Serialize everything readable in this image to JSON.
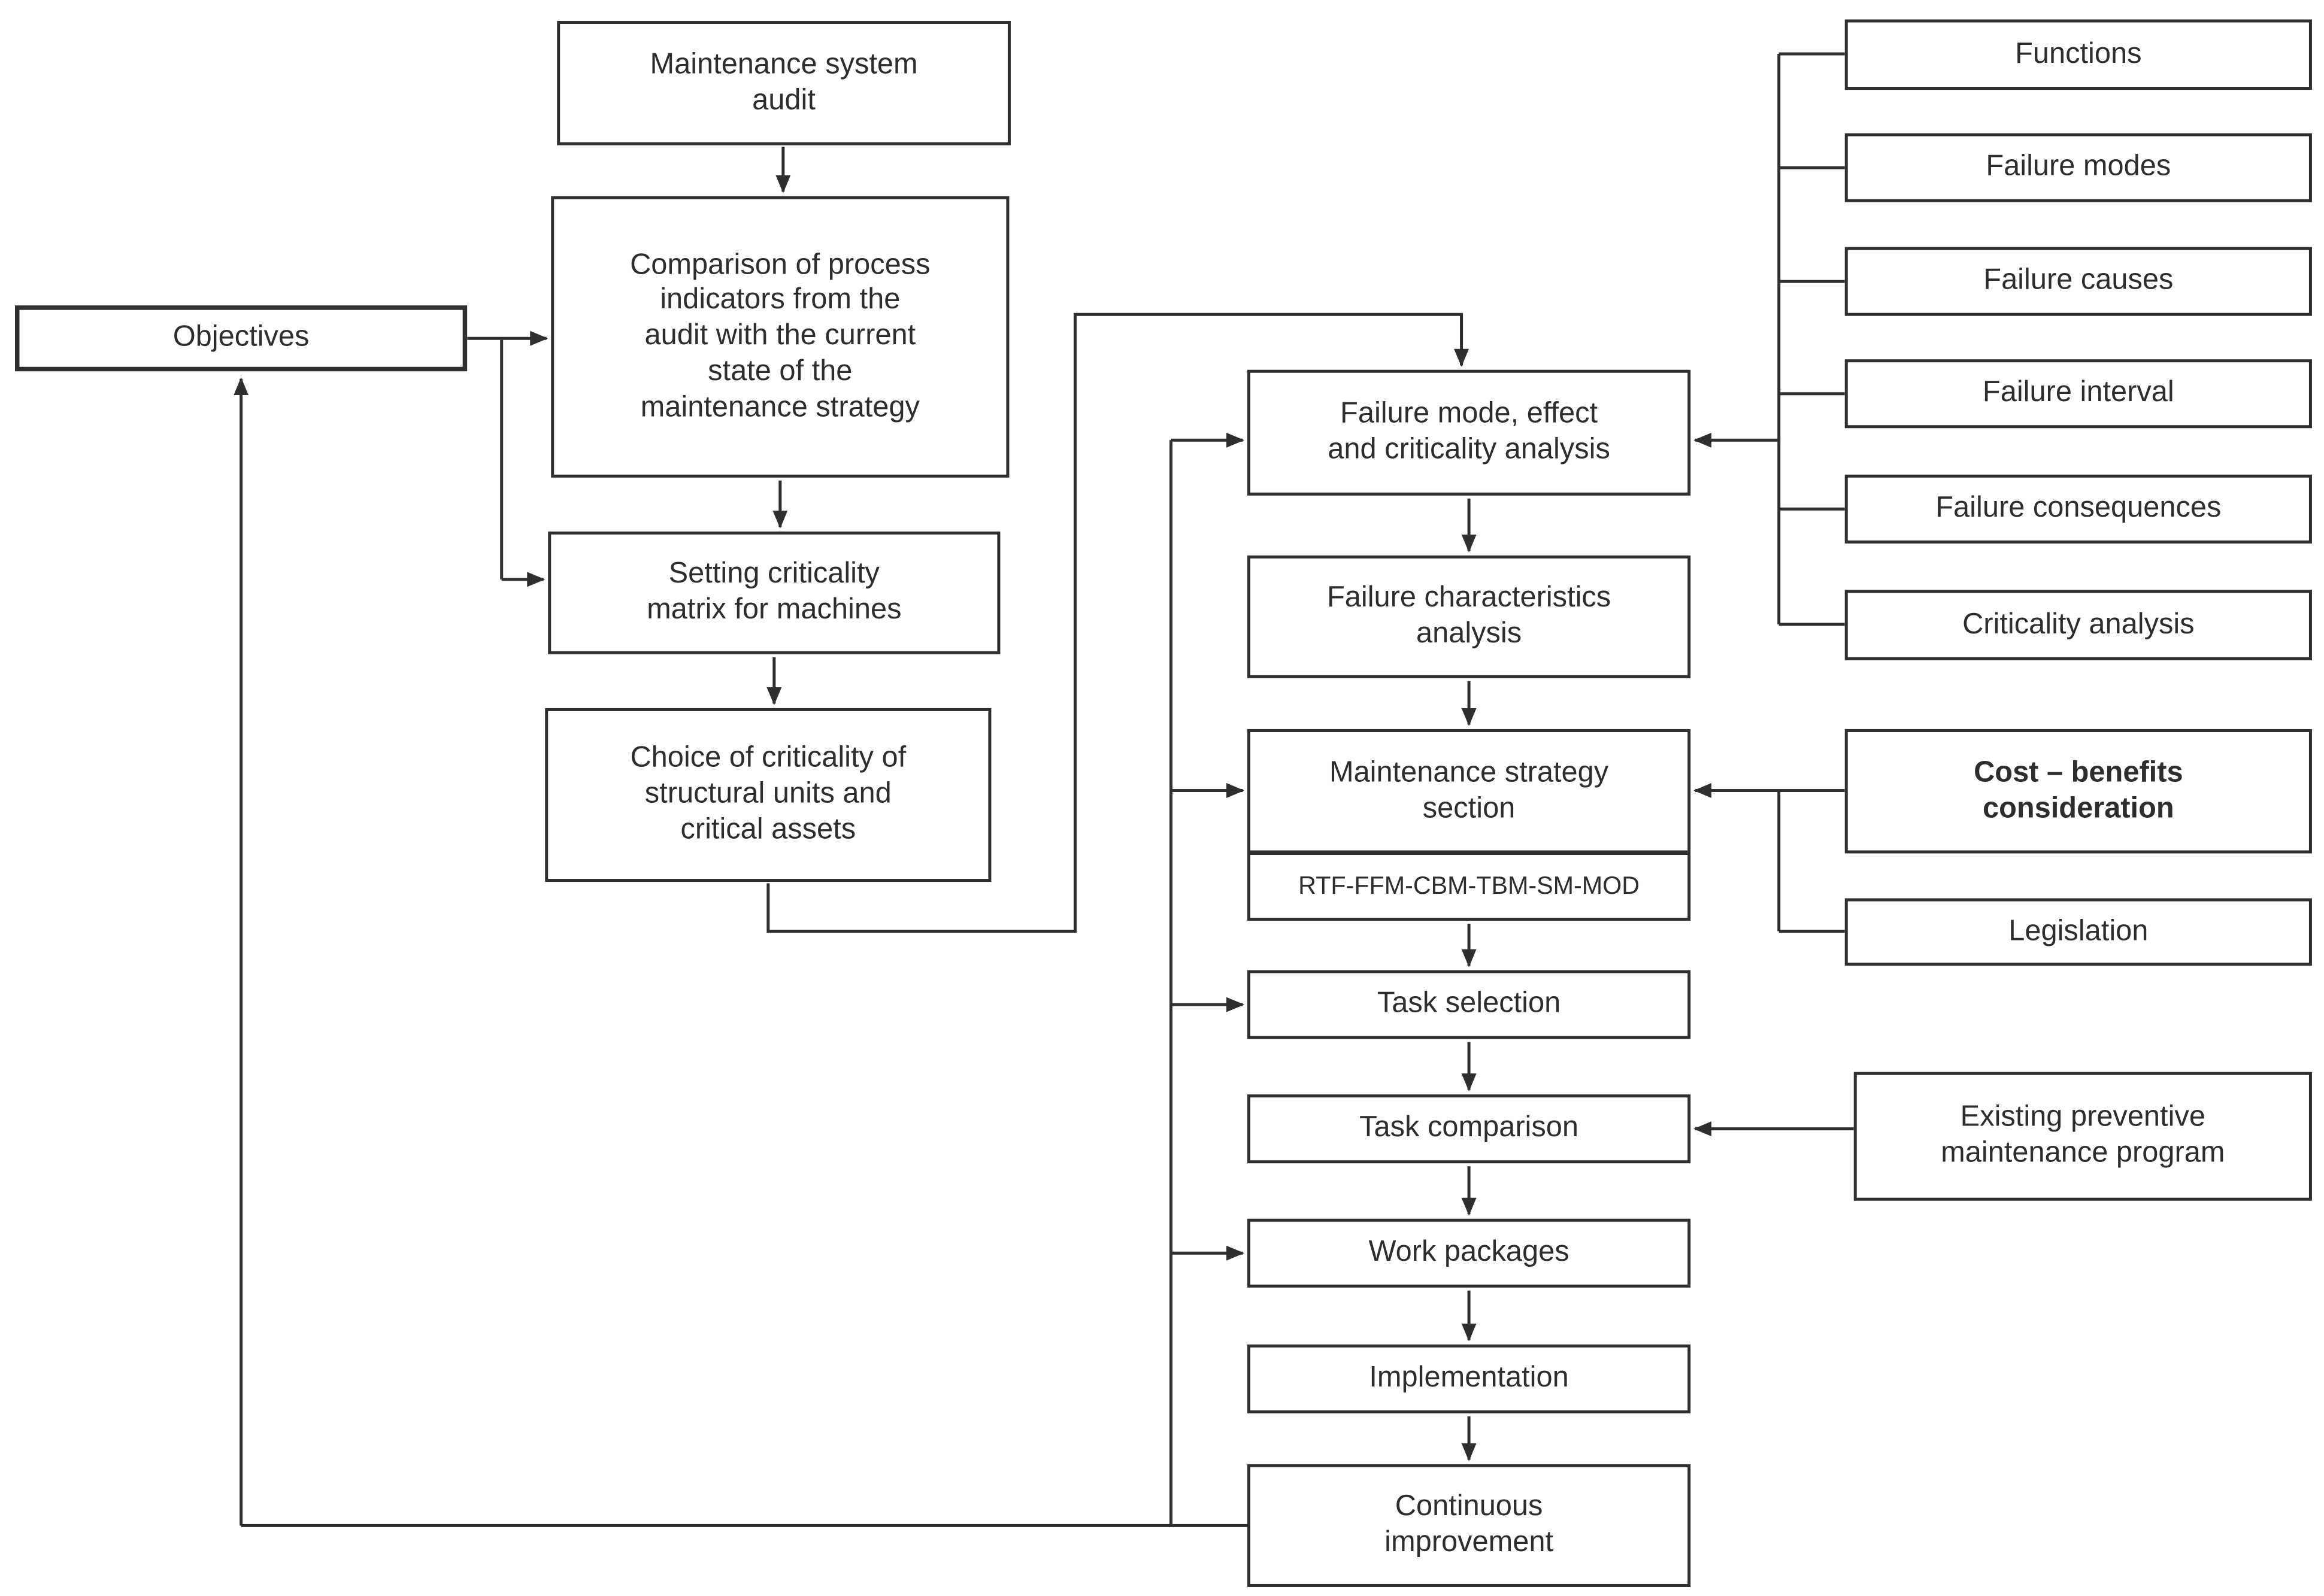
{
  "diagram": {
    "type": "flowchart",
    "colors": {
      "line": "#2f2f2f",
      "text": "#2d2d2d",
      "background": "#ffffff"
    },
    "nodes": {
      "objectives": {
        "label": "Objectives"
      },
      "audit": {
        "label": "Maintenance system\naudit"
      },
      "comparison": {
        "label": "Comparison of process\nindicators from the\naudit with the current\nstate of the\nmaintenance strategy"
      },
      "setting_criticality": {
        "label": "Setting criticality\nmatrix for machines"
      },
      "choice_criticality": {
        "label": "Choice of criticality of\nstructural units and\ncritical assets"
      },
      "fmeca": {
        "label": "Failure mode, effect\nand criticality analysis"
      },
      "failure_characteristics": {
        "label": "Failure characteristics\nanalysis"
      },
      "maintenance_strategy": {
        "label": "Maintenance strategy\nsection",
        "sublabel": "RTF-FFM-CBM-TBM-SM-MOD"
      },
      "task_selection": {
        "label": "Task selection"
      },
      "task_comparison": {
        "label": "Task comparison"
      },
      "work_packages": {
        "label": "Work packages"
      },
      "implementation": {
        "label": "Implementation"
      },
      "continuous_improvement": {
        "label": "Continuous\nimprovement"
      },
      "functions": {
        "label": "Functions"
      },
      "failure_modes": {
        "label": "Failure modes"
      },
      "failure_causes": {
        "label": "Failure causes"
      },
      "failure_interval": {
        "label": "Failure interval"
      },
      "failure_consequences": {
        "label": "Failure consequences"
      },
      "criticality_analysis": {
        "label": "Criticality analysis"
      },
      "cost_benefits": {
        "label": "Cost – benefits\nconsideration"
      },
      "legislation": {
        "label": "Legislation"
      },
      "existing_pm": {
        "label": "Existing preventive\nmaintenance program"
      }
    }
  }
}
